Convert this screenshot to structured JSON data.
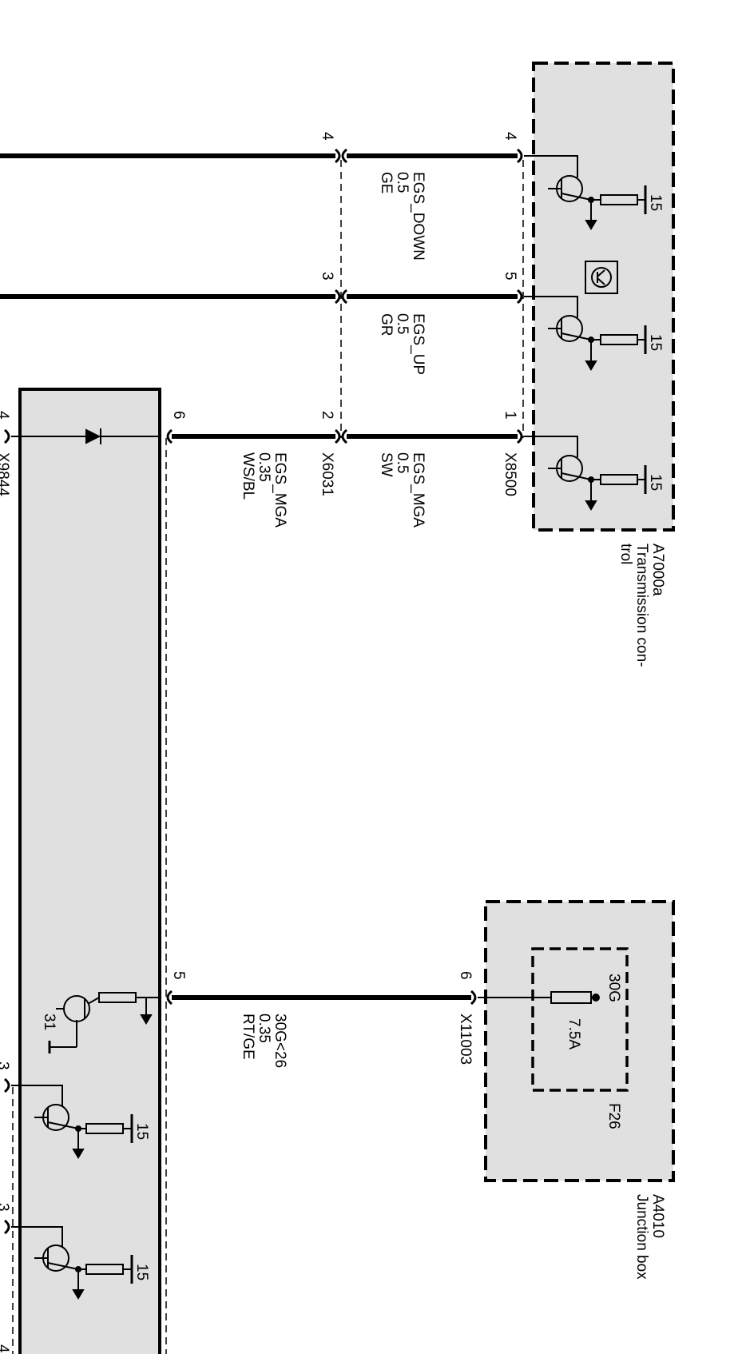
{
  "modules": {
    "transmission_control": {
      "id": "A7000a",
      "name_line1": "Transmission con-",
      "name_line2": "trol",
      "connector": "X8500",
      "pins": [
        "4",
        "5",
        "1"
      ]
    },
    "junction_box": {
      "id": "A4010",
      "name": "Junction box",
      "connector": "X11003",
      "pin": "6",
      "fuse": {
        "id": "F26",
        "terminal": "30G",
        "rating": "7.5A"
      }
    },
    "lower_module": {
      "connector_partial": "X9844",
      "pins": [
        "6",
        "5"
      ],
      "edge_pins": [
        "4",
        "3",
        "3",
        "4"
      ],
      "ground": "31"
    }
  },
  "inline_connector": {
    "id": "X6031",
    "pins": [
      "4",
      "3",
      "2"
    ]
  },
  "wires": [
    {
      "signal": "EGS_DOWN",
      "gauge": "0.5",
      "color": "GE"
    },
    {
      "signal": "EGS_UP",
      "gauge": "0.5",
      "color": "GR"
    },
    {
      "signal": "EGS_MGA",
      "gauge": "0.5",
      "color": "SW"
    },
    {
      "signal": "EGS_MGA",
      "gauge": "0.35",
      "color": "WS/BL"
    },
    {
      "signal": "30G<26",
      "gauge": "0.35",
      "color": "RT/GE"
    }
  ],
  "terminal_15": "15"
}
